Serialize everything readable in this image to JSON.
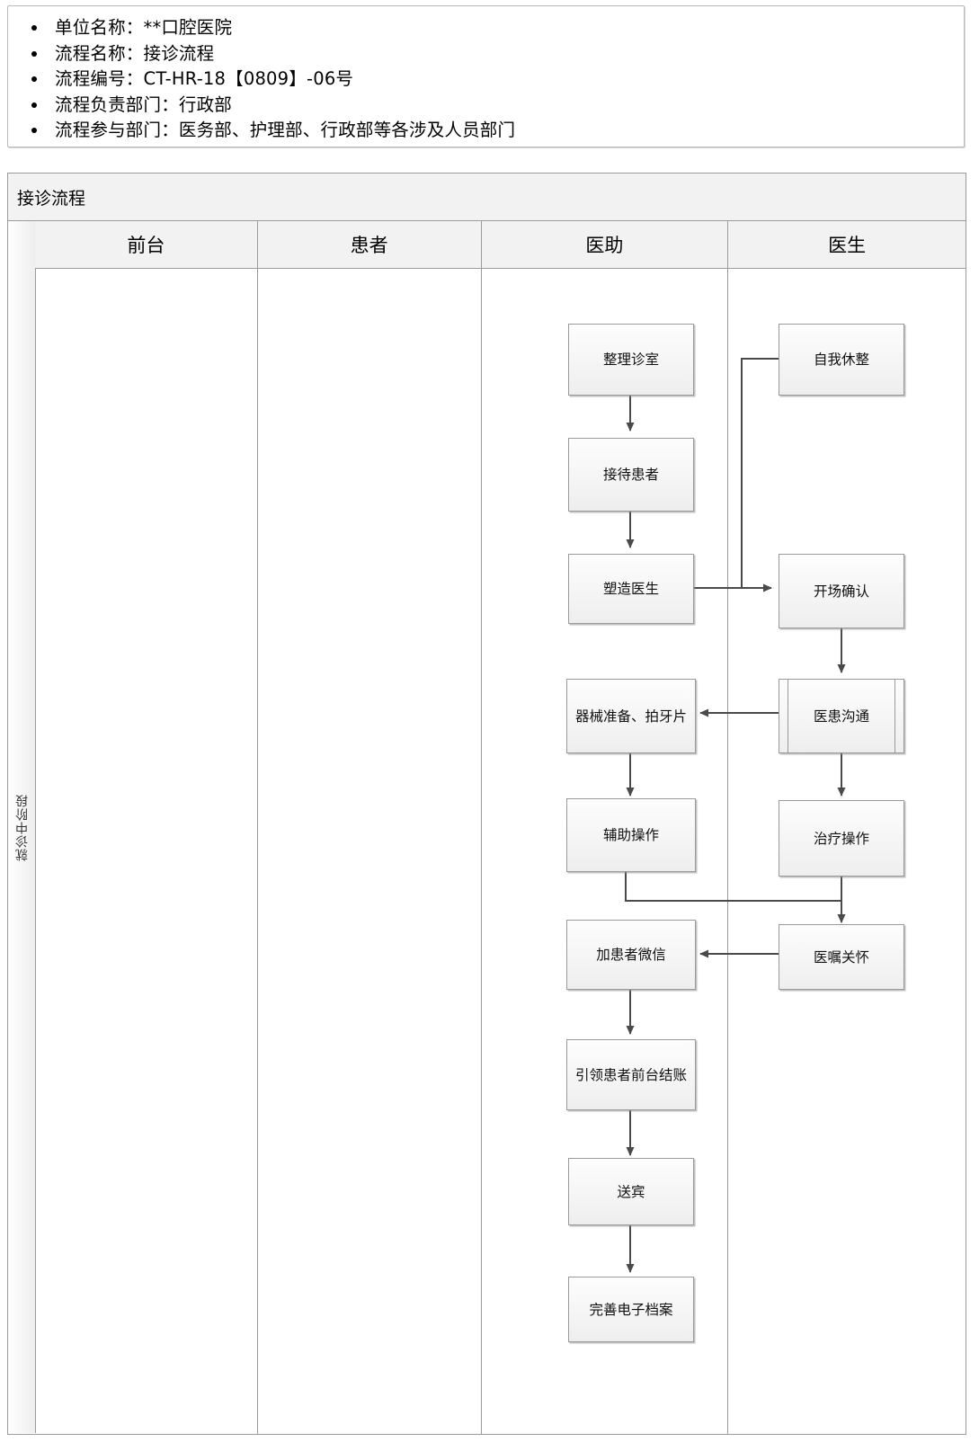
{
  "info": {
    "items": [
      "单位名称：**口腔医院",
      "流程名称：接诊流程",
      "流程编号：CT-HR-18【0809】-06号",
      "流程负责部门：行政部",
      "流程参与部门：医务部、护理部、行政部等各涉及人员部门"
    ]
  },
  "table": {
    "title": "接诊流程",
    "stage_label": "就诊中阶段",
    "roles": [
      "前台",
      "患者",
      "医助",
      "医生"
    ]
  },
  "chart_data": {
    "type": "diagram",
    "title": "接诊流程",
    "lanes": [
      "前台",
      "患者",
      "医助",
      "医生"
    ],
    "nodes": [
      {
        "id": "n1",
        "label": "整理诊室",
        "lane": "医助",
        "shape": "process"
      },
      {
        "id": "n2",
        "label": "接待患者",
        "lane": "医助",
        "shape": "process"
      },
      {
        "id": "n3",
        "label": "塑造医生",
        "lane": "医助",
        "shape": "process"
      },
      {
        "id": "n4",
        "label": "器械准备、拍牙片",
        "lane": "医助",
        "shape": "process"
      },
      {
        "id": "n5",
        "label": "辅助操作",
        "lane": "医助",
        "shape": "process"
      },
      {
        "id": "n6",
        "label": "加患者微信",
        "lane": "医助",
        "shape": "process"
      },
      {
        "id": "n7",
        "label": "引领患者前台结账",
        "lane": "医助",
        "shape": "process"
      },
      {
        "id": "n8",
        "label": "送宾",
        "lane": "医助",
        "shape": "process"
      },
      {
        "id": "n9",
        "label": "完善电子档案",
        "lane": "医助",
        "shape": "process"
      },
      {
        "id": "m1",
        "label": "自我休整",
        "lane": "医生",
        "shape": "process"
      },
      {
        "id": "m2",
        "label": "开场确认",
        "lane": "医生",
        "shape": "process"
      },
      {
        "id": "m3",
        "label": "医患沟通",
        "lane": "医生",
        "shape": "predefined-process"
      },
      {
        "id": "m4",
        "label": "治疗操作",
        "lane": "医生",
        "shape": "process"
      },
      {
        "id": "m5",
        "label": "医嘱关怀",
        "lane": "医生",
        "shape": "process"
      }
    ],
    "edges": [
      {
        "from": "n1",
        "to": "n2"
      },
      {
        "from": "n2",
        "to": "n3"
      },
      {
        "from": "n3",
        "to": "m2"
      },
      {
        "from": "m1",
        "to": "m2"
      },
      {
        "from": "m2",
        "to": "m3"
      },
      {
        "from": "m3",
        "to": "n4"
      },
      {
        "from": "m3",
        "to": "m4"
      },
      {
        "from": "n4",
        "to": "n5"
      },
      {
        "from": "n5",
        "to": "m5"
      },
      {
        "from": "m4",
        "to": "m5"
      },
      {
        "from": "m5",
        "to": "n6"
      },
      {
        "from": "n6",
        "to": "n7"
      },
      {
        "from": "n7",
        "to": "n8"
      },
      {
        "from": "n8",
        "to": "n9"
      }
    ]
  }
}
